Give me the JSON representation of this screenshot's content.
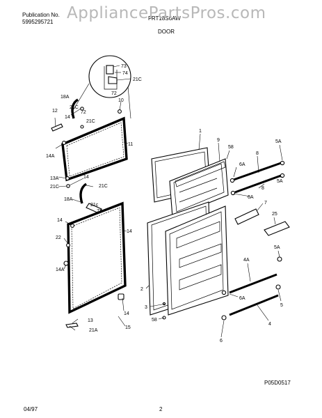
{
  "header": {
    "publication_label": "Publication No.",
    "publication_number": "5995295721",
    "model": "FRT18S6AW",
    "section_title": "DOOR"
  },
  "watermark": "AppliancePartsPros.com",
  "footer": {
    "date": "04/97",
    "page": "2",
    "diagram_code": "P05D0517"
  },
  "labels": {
    "l73": "73",
    "l74": "74",
    "l72a": "72",
    "l21c_a": "21C",
    "l18a_a": "18A",
    "l21c_b": "21C",
    "l10": "10",
    "l72b": "72",
    "l12": "12",
    "l14_a": "14",
    "l21c_c": "21C",
    "l11": "11",
    "l14a_a": "14A",
    "l13a": "13A",
    "l14_b": "14",
    "l21c_d": "21C",
    "l21c_e": "21C",
    "l18a_b": "18A",
    "l21c_f": "21c",
    "l72c": "72",
    "l14_c": "14",
    "l22": "22",
    "l14a_b": "14A",
    "l14_d": "14",
    "l15": "15",
    "l13": "13",
    "l21a": "21A",
    "l1": "1",
    "l9": "9",
    "l58_a": "58",
    "l6a_a": "6A",
    "l8_a": "8",
    "l5a_a": "5A",
    "l5a_b": "5A",
    "l8_b": "8",
    "l6a_b": "6A",
    "l7": "7",
    "l25": "25",
    "l5a_c": "5A",
    "l4a": "4A",
    "l2": "2",
    "l6a_c": "6A",
    "l5": "5",
    "l3": "3",
    "l58_b": "58",
    "l4": "4",
    "l6": "6"
  }
}
